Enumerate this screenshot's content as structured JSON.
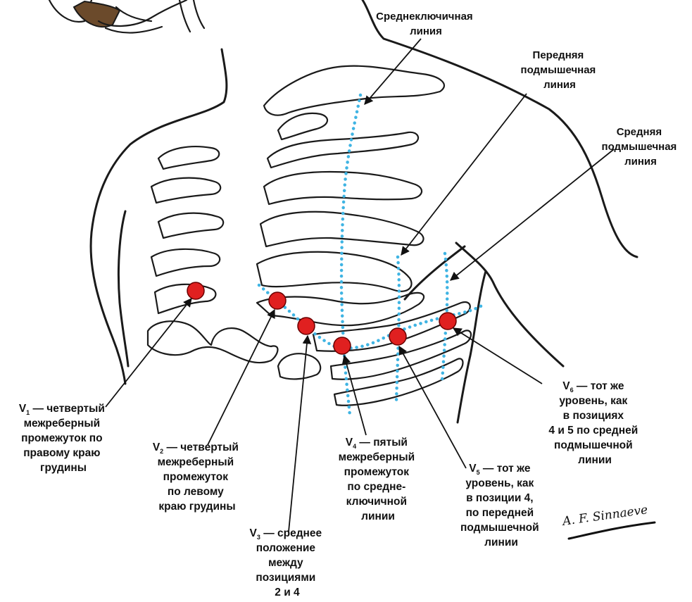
{
  "labels": {
    "midclavicular": [
      "Среднеключичная",
      "линия"
    ],
    "anterior_axillary": [
      "Передняя",
      "подмышечная",
      "линия"
    ],
    "mid_axillary": [
      "Средняя",
      "подмышечная",
      "линия"
    ]
  },
  "leads": {
    "v1": {
      "name": "V",
      "sub": "1",
      "lines": [
        " — четвертый",
        "межреберный",
        "промежуток по",
        "правому краю",
        "грудины"
      ]
    },
    "v2": {
      "name": "V",
      "sub": "2",
      "lines": [
        " — четвертый",
        "межреберный",
        "промежуток",
        "по левому",
        "краю грудины"
      ]
    },
    "v3": {
      "name": "V",
      "sub": "3",
      "lines": [
        " — среднее",
        "положение",
        "между",
        "позициями",
        "2 и 4"
      ]
    },
    "v4": {
      "name": "V",
      "sub": "4",
      "lines": [
        " — пятый",
        "межреберный",
        "промежуток",
        "по средне-",
        "ключичной",
        "линии"
      ]
    },
    "v5": {
      "name": "V",
      "sub": "5",
      "lines": [
        " — тот же",
        "уровень, как",
        "в позиции 4,",
        "по передней",
        "подмышечной",
        "линии"
      ]
    },
    "v6": {
      "name": "V",
      "sub": "6",
      "lines": [
        " — тот же",
        "уровень, как",
        "в позициях",
        "4 и 5 по средней",
        "подмышечной",
        "линии"
      ]
    }
  },
  "signature": "A. F. Sinnaeve",
  "colors": {
    "electrode": "#e02020",
    "guide_line": "#3fb4e3",
    "outline": "#1a1a1a"
  }
}
